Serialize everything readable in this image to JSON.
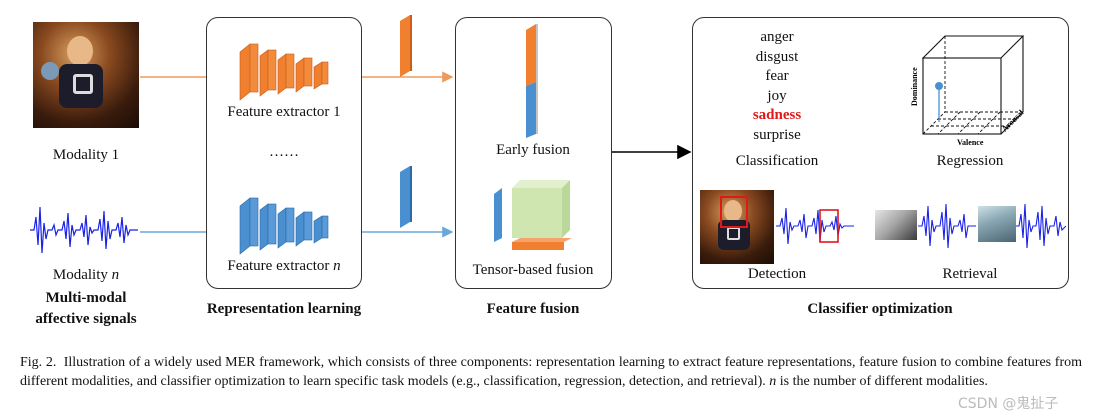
{
  "input": {
    "modality_1_label": "Modality 1",
    "modality_n_label_prefix": "Modality ",
    "modality_n_italic": "n",
    "section_title_line1": "Multi-modal",
    "section_title_line2": "affective signals"
  },
  "representation": {
    "extractor_1_label": "Feature extractor 1",
    "dots": "……",
    "extractor_n_label_prefix": "Feature extractor ",
    "extractor_n_italic": "n",
    "section_title": "Representation learning"
  },
  "fusion": {
    "early_label": "Early fusion",
    "tensor_label": "Tensor-based fusion",
    "section_title": "Feature fusion"
  },
  "classifier": {
    "emotions": [
      "anger",
      "disgust",
      "fear",
      "joy",
      "sadness",
      "surprise"
    ],
    "highlighted_emotion": "sadness",
    "classification_label": "Classification",
    "regression_label": "Regression",
    "detection_label": "Detection",
    "retrieval_label": "Retrieval",
    "section_title": "Classifier optimization",
    "cube_axes": {
      "dominance": "Dominance",
      "arousal": "Arousal",
      "valence": "Valence"
    }
  },
  "caption": {
    "fig": "Fig. 2.",
    "text": "Illustration of a widely used MER framework, which consists of three components: representation learning to extract feature representations, feature fusion to combine features from different modalities, and classifier optimization to learn specific task models (e.g., classification, regression, detection, and retrieval).",
    "n_note_italic": "n",
    "n_note": " is the number of different modalities."
  },
  "watermark": "CSDN @鬼扯子",
  "colors": {
    "orange": "#f07f30",
    "blue": "#4a8fd0",
    "green": "#cfe6b0",
    "waveform": "#1a22e6",
    "highlight_red": "#e01818",
    "arrow_orange": "#f09a5a",
    "arrow_blue": "#6aa8dc"
  }
}
